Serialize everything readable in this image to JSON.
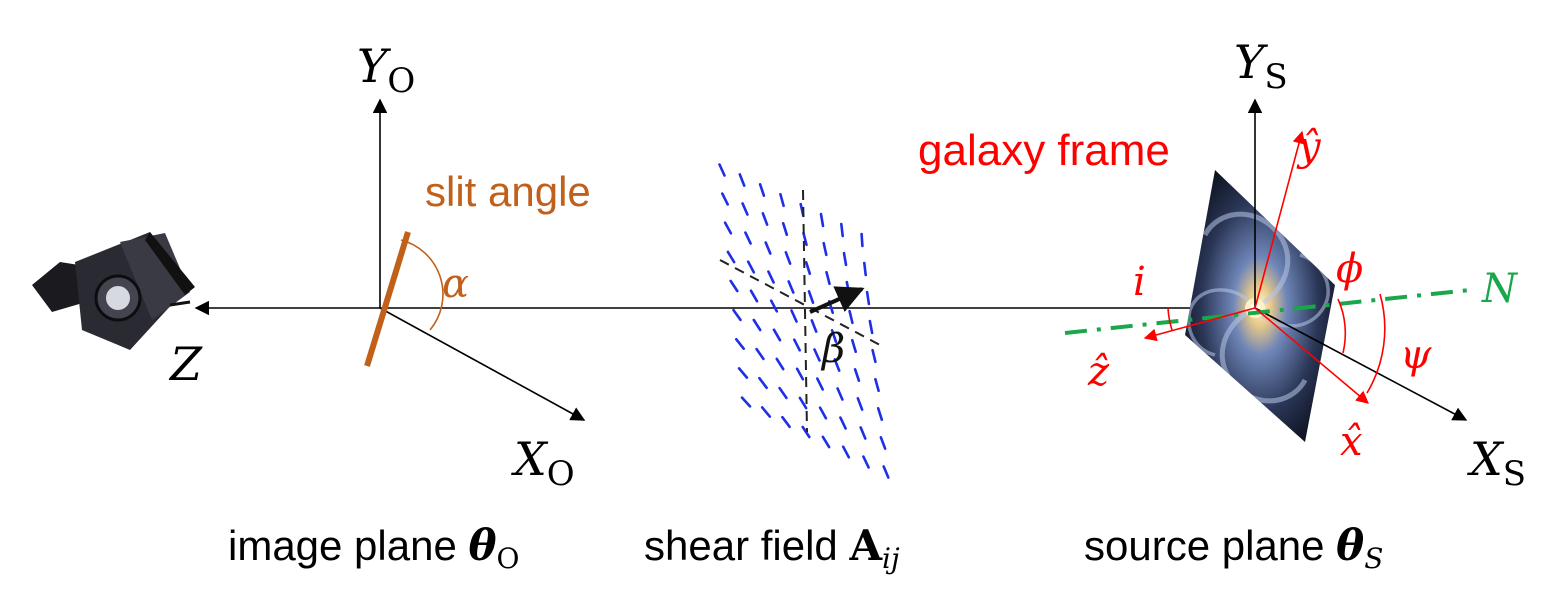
{
  "colors": {
    "axis": "#000000",
    "slit": "#c0601a",
    "galaxy_frame": "#ff0000",
    "node_line": "#1aa64a",
    "shear": "#1f2fe6",
    "dashed_axis": "#222222"
  },
  "icons": {
    "telescope": "telescope-icon",
    "galaxy": "spiral-galaxy-icon"
  },
  "image_plane": {
    "y_axis_label": "Y",
    "y_axis_sub": "O",
    "x_axis_label": "X",
    "x_axis_sub": "O",
    "z_axis_label": "Z",
    "slit_label": "slit angle",
    "alpha_label": "α"
  },
  "shear_field": {
    "beta_label": "β"
  },
  "source_plane": {
    "y_axis_label": "Y",
    "y_axis_sub": "S",
    "x_axis_label": "X",
    "x_axis_sub": "S",
    "frame_label": "galaxy frame",
    "y_hat": "ŷ",
    "x_hat": "x̂",
    "z_hat": "ẑ",
    "i_label": "i",
    "phi_label": "ϕ",
    "psi_label": "ψ",
    "node_label": "N"
  },
  "captions": {
    "image_text": "image plane ",
    "image_symbol": "θ",
    "image_sub": "O",
    "shear_text": "shear field ",
    "shear_symbol": "A",
    "shear_sub": "ij",
    "source_text": "source plane ",
    "source_symbol": "θ",
    "source_sub": "S"
  }
}
